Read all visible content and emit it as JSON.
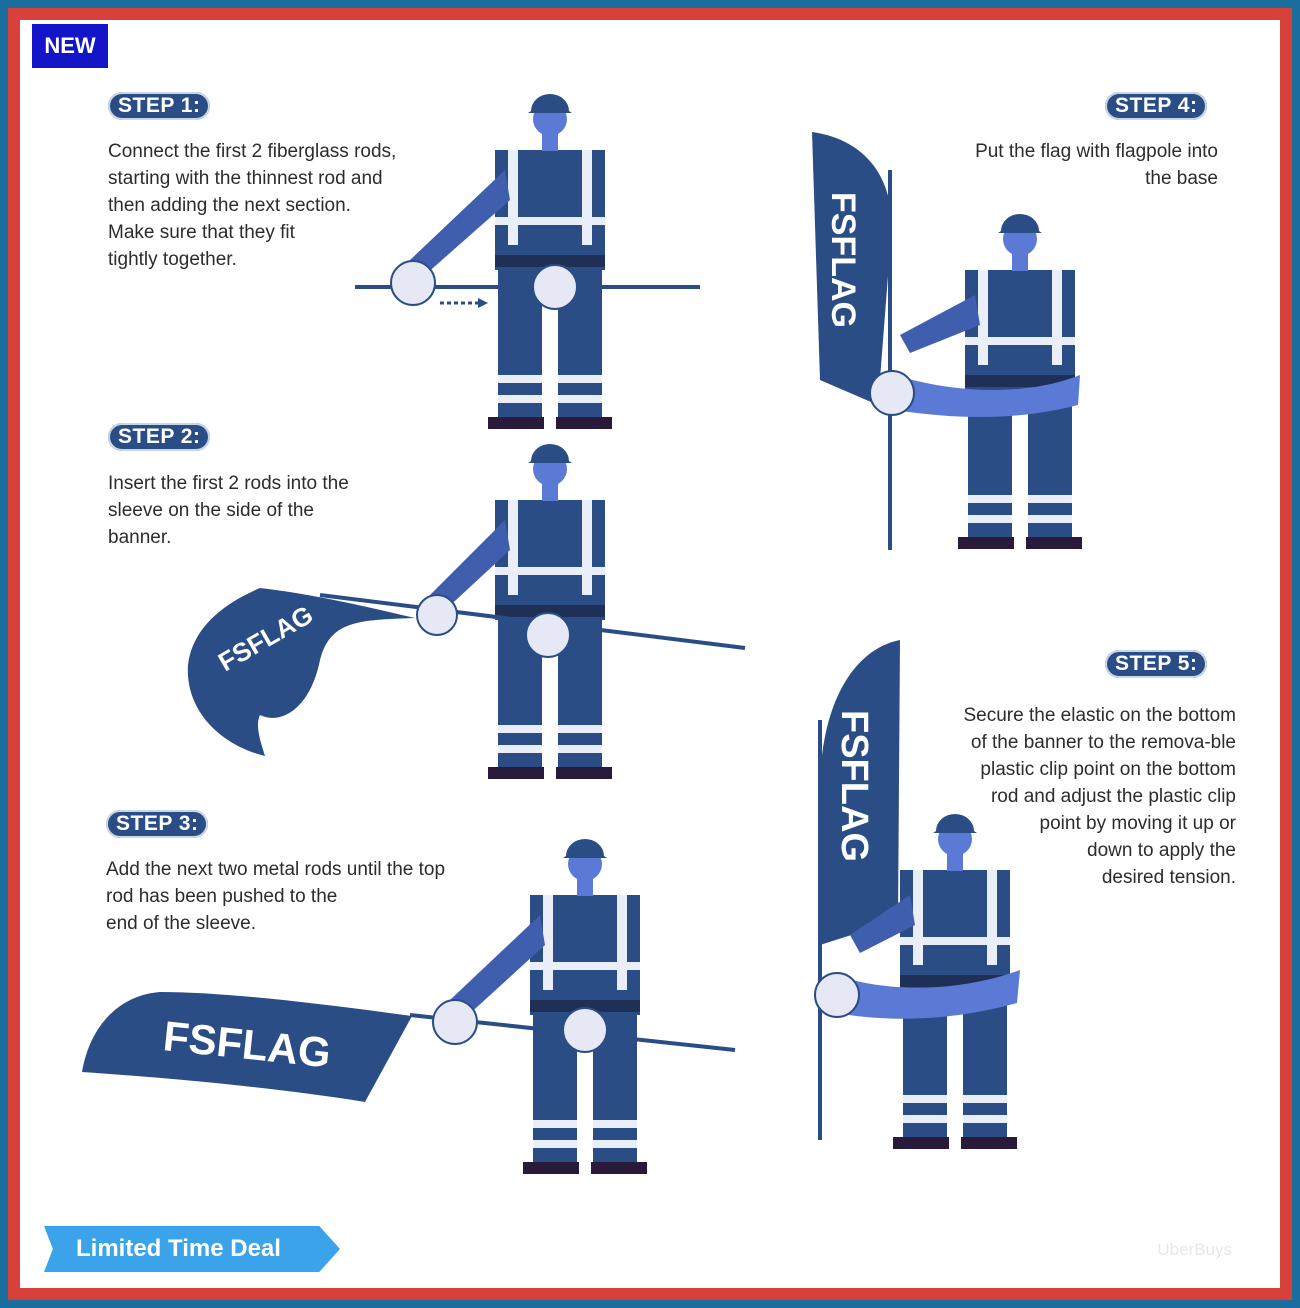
{
  "badge": {
    "label": "NEW"
  },
  "steps": [
    {
      "label": "STEP 1:",
      "text": "Connect the first 2 fiberglass rods,\nstarting with the thinnest rod and\nthen adding the next section.\nMake sure that they fit\ntightly together."
    },
    {
      "label": "STEP 2:",
      "text": "Insert the first 2 rods into the\nsleeve on the side of the\nbanner."
    },
    {
      "label": "STEP 3:",
      "text": "Add the next two metal rods until the top\nrod has been pushed to the\nend of the sleeve."
    },
    {
      "label": "STEP 4:",
      "text": "Put the flag with flagpole into\nthe base"
    },
    {
      "label": "STEP 5:",
      "text": "Secure the elastic on the bottom\nof the banner to the remova-ble\nplastic clip point on the bottom\nrod and adjust the plastic clip\npoint by moving it up or\ndown to apply the\ndesired tension."
    }
  ],
  "flag_brand": "FSFLAG",
  "deal": {
    "label": "Limited Time Deal"
  },
  "watermark": "UberBuys",
  "colors": {
    "navy": "#2b4d86",
    "dark_navy": "#223c6b",
    "light_blue": "#5b7ad6",
    "red_frame": "#d8403a",
    "blue_frame": "#1b6d9e",
    "deal_blue": "#3aa3ea",
    "badge_blue": "#1414c8"
  }
}
